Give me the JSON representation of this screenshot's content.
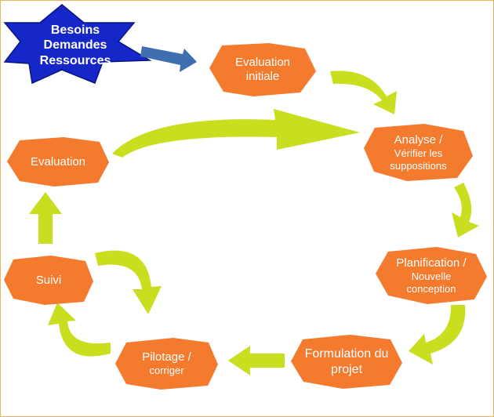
{
  "colors": {
    "node_fill": "#f47a2e",
    "arrow_fill": "#c9de1e",
    "star_fill": "#1527c8",
    "star_stroke": "#0a1480",
    "blue_arrow": "#3f6fb0",
    "frame_border": "#f0b35a"
  },
  "star": {
    "lines": [
      "Besoins",
      "Demandes",
      "Ressources"
    ]
  },
  "nodes": {
    "evaluation_initiale": {
      "line1": "Evaluation",
      "line2": "initiale"
    },
    "analyse": {
      "line1": "Analyse /",
      "line2": "Vérifier les",
      "line3": "suppositions"
    },
    "planification": {
      "line1": "Planification /",
      "line2": "Nouvelle",
      "line3": "conception"
    },
    "formulation": {
      "line1": "Formulation du",
      "line2": "projet"
    },
    "pilotage": {
      "line1": "Pilotage /",
      "line2": "corriger"
    },
    "suivi": {
      "line1": "Suivi"
    },
    "evaluation": {
      "line1": "Evaluation"
    }
  }
}
